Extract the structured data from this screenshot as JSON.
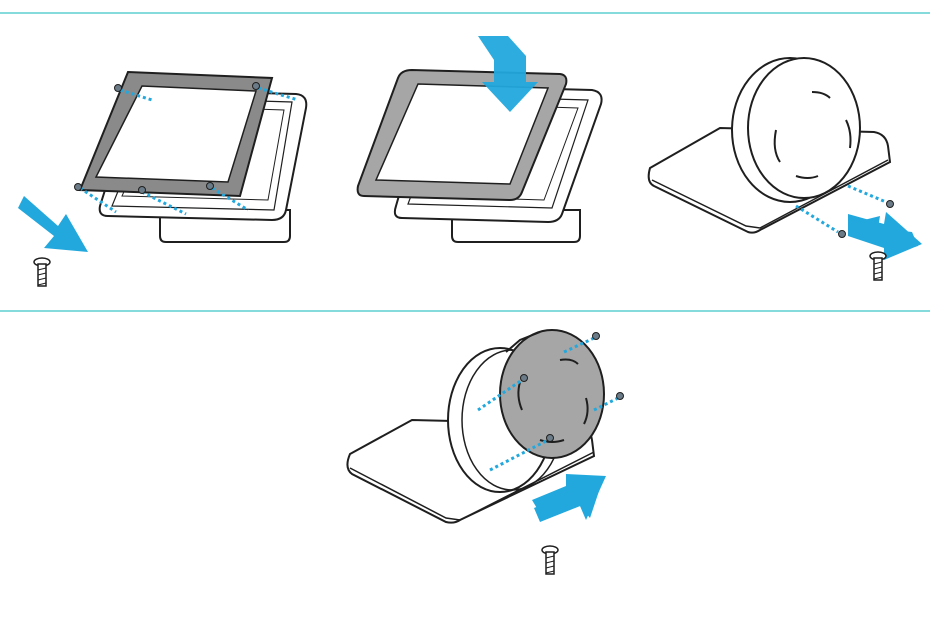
{
  "colors": {
    "divider": "#3cc3c8",
    "arrow": "#22a8dd",
    "dotted": "#22a8dd",
    "outline": "#1f1f1f",
    "fill_gray": "#a6a6a6",
    "fill_dark_gray": "#8a8a8a",
    "background": "#ffffff"
  },
  "panels": [
    {
      "id": "step-1",
      "icon": "frame-with-screws-icon",
      "has_screw": true
    },
    {
      "id": "step-2",
      "icon": "frame-overlay-icon",
      "has_screw": false
    },
    {
      "id": "step-3",
      "icon": "round-plate-side-screws-icon",
      "has_screw": true
    },
    {
      "id": "step-4",
      "icon": "round-cover-plate-icon",
      "has_screw": true
    }
  ]
}
